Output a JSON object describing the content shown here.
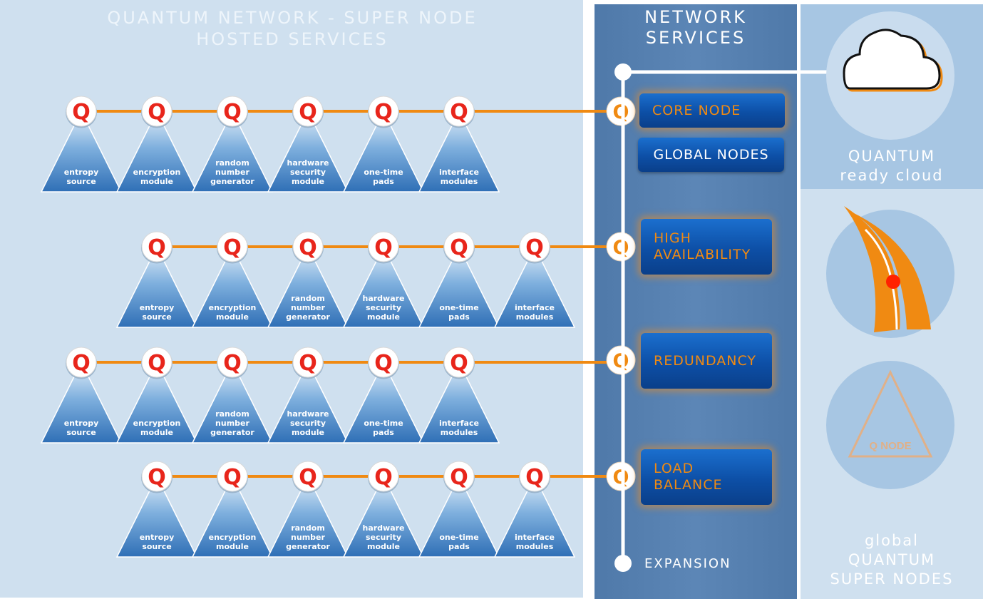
{
  "left_title": [
    "QUANTUM NETWORK - SUPER NODE",
    "HOSTED SERVICES"
  ],
  "mid_title": [
    "NETWORK",
    "SERVICES"
  ],
  "node_glyph": "Q",
  "service_labels": [
    "entropy source",
    "encryption module",
    "random number generator",
    "hardware security module",
    "one-time pads",
    "interface modules"
  ],
  "label_lines": [
    [
      "entropy",
      "source"
    ],
    [
      "encryption",
      "module"
    ],
    [
      "random",
      "number",
      "generator"
    ],
    [
      "hardware",
      "security",
      "module"
    ],
    [
      "one-time",
      "pads"
    ],
    [
      "interface",
      "modules"
    ]
  ],
  "buttons": {
    "core_node": "CORE NODE",
    "global_nodes": "GLOBAL NODES",
    "high_availability": [
      "HIGH",
      "AVAILABILITY"
    ],
    "redundancy": "REDUNDANCY",
    "load_balance": [
      "LOAD",
      "BALANCE"
    ]
  },
  "expansion": "EXPANSION",
  "cloud_text": [
    "QUANTUM",
    "ready cloud"
  ],
  "qnode_text": "Q NODE",
  "super_nodes_text": [
    "global",
    "QUANTUM",
    "SUPER NODES"
  ],
  "colors": {
    "orange": "#f08a12",
    "red_q": "#e8251b",
    "button_blue": "#0d4fa6",
    "panel_light": "#cfe0ef",
    "panel_mid": "#5a84b4"
  },
  "icons": {
    "cloud": "cloud-icon",
    "logo": "quantum-swoosh-logo",
    "qnode": "q-node-triangle-icon"
  }
}
